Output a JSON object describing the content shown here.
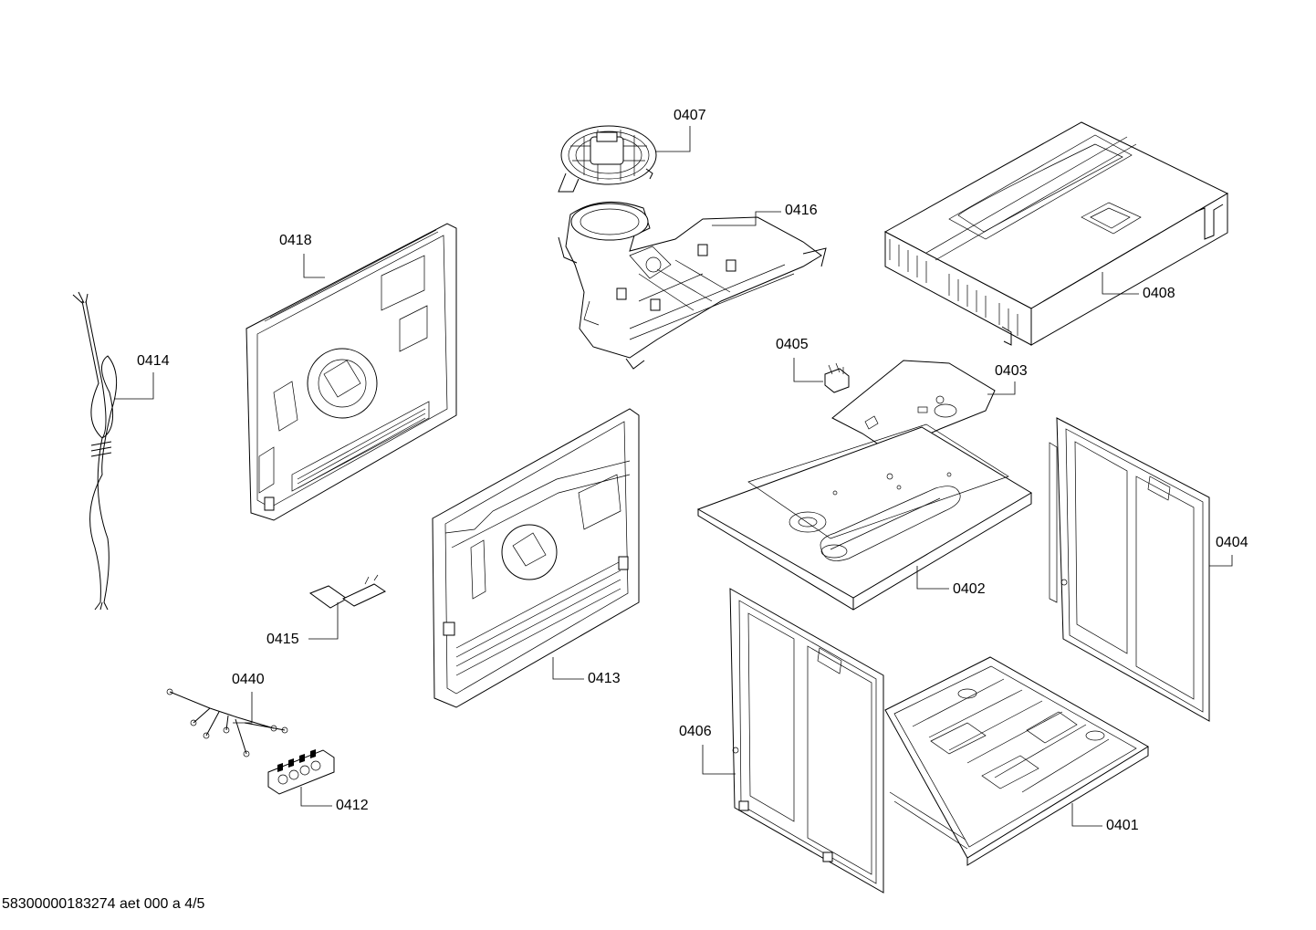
{
  "parts": [
    {
      "id": "p0407",
      "label": "0407"
    },
    {
      "id": "p0416",
      "label": "0416"
    },
    {
      "id": "p0408",
      "label": "0408"
    },
    {
      "id": "p0418",
      "label": "0418"
    },
    {
      "id": "p0414",
      "label": "0414"
    },
    {
      "id": "p0405",
      "label": "0405"
    },
    {
      "id": "p0403",
      "label": "0403"
    },
    {
      "id": "p0404",
      "label": "0404"
    },
    {
      "id": "p0402",
      "label": "0402"
    },
    {
      "id": "p0415",
      "label": "0415"
    },
    {
      "id": "p0413",
      "label": "0413"
    },
    {
      "id": "p0440",
      "label": "0440"
    },
    {
      "id": "p0406",
      "label": "0406"
    },
    {
      "id": "p0412",
      "label": "0412"
    },
    {
      "id": "p0401",
      "label": "0401"
    }
  ],
  "footer": "58300000183274 aet 000 a 4/5"
}
